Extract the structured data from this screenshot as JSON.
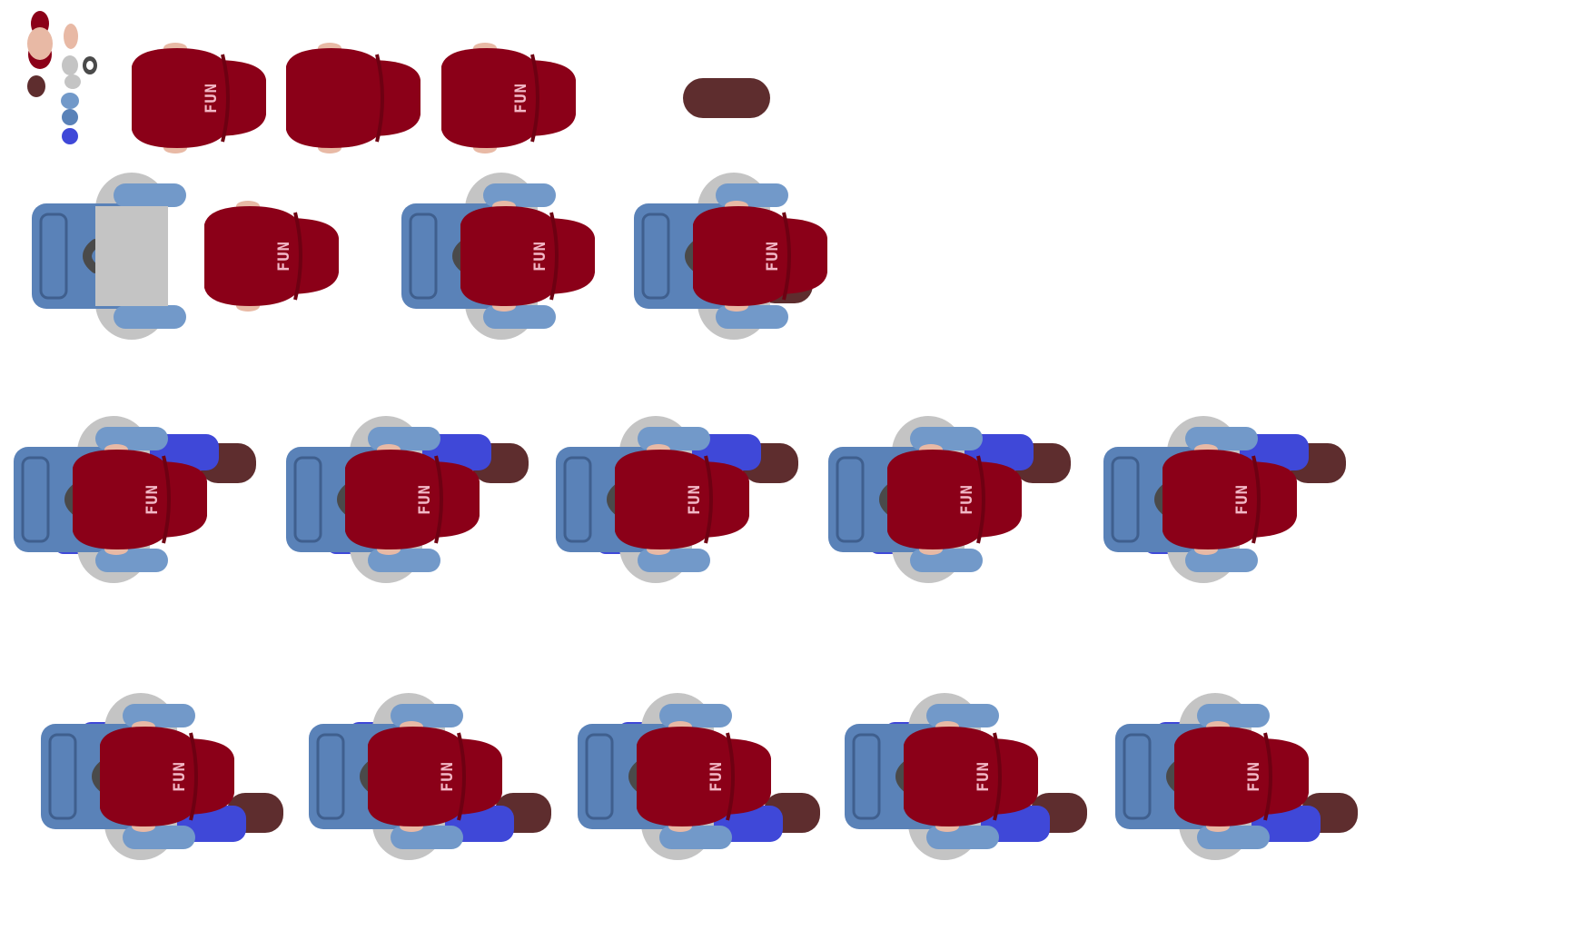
{
  "sheet": {
    "background": "#ffffff",
    "cap_text": "FUN"
  },
  "palette": {
    "cap_red": "#8b0018",
    "cap_shadow": "#6e0012",
    "cap_text": "#f2b8c6",
    "skin": "#e8b9a5",
    "pack_blue": "#5a82b8",
    "pack_light": "#7299c9",
    "pack_dark": "#3f5f8e",
    "strap_gray": "#4a4a4a",
    "mat_gray": "#c4c4c4",
    "sleeve_blue": "#3f48d8",
    "shoe_brown": "#5e2d2e"
  },
  "swatches": [
    {
      "name": "cap-red-swatch",
      "color": "#8b0018"
    },
    {
      "name": "skin-swatch",
      "color": "#e8b9a5"
    },
    {
      "name": "shoe-brown-swatch",
      "color": "#5e2d2e"
    },
    {
      "name": "mat-gray-swatch",
      "color": "#c4c4c4"
    },
    {
      "name": "strap-gray-swatch",
      "color": "#4a4a4a"
    },
    {
      "name": "pack-light-swatch",
      "color": "#7299c9"
    },
    {
      "name": "pack-blue-swatch",
      "color": "#5a82b8"
    },
    {
      "name": "sleeve-blue-swatch",
      "color": "#3f48d8"
    }
  ],
  "rows": [
    {
      "name": "parts-row",
      "frames": [
        {
          "type": "cap",
          "label": true
        },
        {
          "type": "cap",
          "label": false
        },
        {
          "type": "cap",
          "label": true
        },
        {
          "type": "shoe"
        }
      ]
    },
    {
      "name": "assembly-row",
      "frames": [
        {
          "type": "backpack"
        },
        {
          "type": "cap",
          "label": true
        },
        {
          "type": "body"
        },
        {
          "type": "body-shoe"
        }
      ]
    },
    {
      "name": "walk-row-1",
      "frames": [
        {
          "type": "walk-top"
        },
        {
          "type": "walk-top"
        },
        {
          "type": "walk-top"
        },
        {
          "type": "walk-top"
        },
        {
          "type": "walk-top"
        }
      ]
    },
    {
      "name": "walk-row-2",
      "frames": [
        {
          "type": "walk-bottom"
        },
        {
          "type": "walk-bottom"
        },
        {
          "type": "walk-bottom"
        },
        {
          "type": "walk-bottom"
        },
        {
          "type": "walk-bottom"
        }
      ]
    }
  ]
}
